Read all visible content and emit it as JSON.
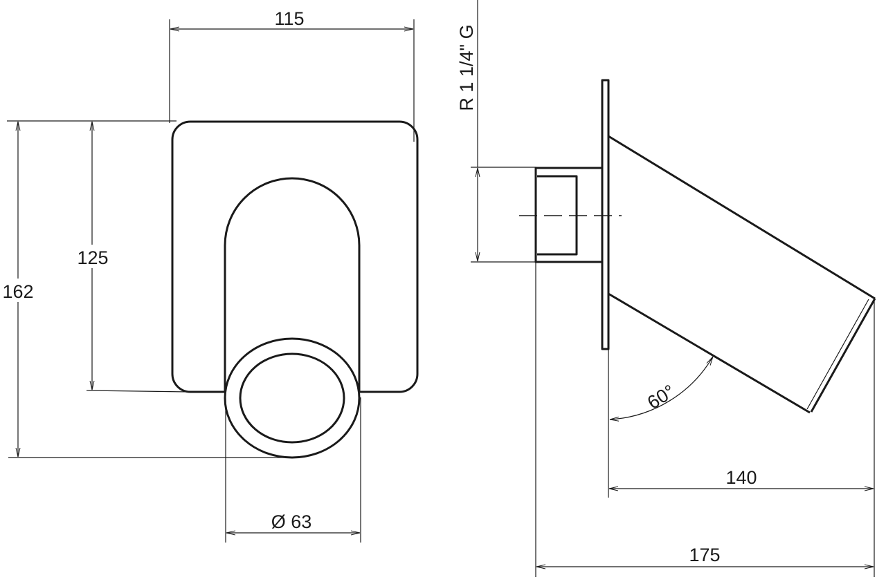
{
  "drawing": {
    "front_view": {
      "width_dim": "115",
      "overall_height_dim": "162",
      "arch_height_dim": "125",
      "outlet_diameter_dim": "Ø 63"
    },
    "side_view": {
      "thread_dim": "R 1 1/4\" G",
      "angle_dim": "60°",
      "projection_dim": "140",
      "total_length_dim": "175"
    }
  }
}
